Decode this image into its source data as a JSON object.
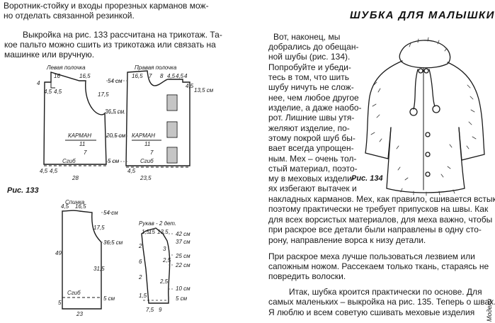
{
  "intro": {
    "line1": "Воротник-стойку и входы прорезных карманов мож-",
    "line2": "но отделать связанной резинкой."
  },
  "left_para": [
    "Выкройка на рис. 133 рассчитана на трикотаж. Та-",
    "кое пальто можно сшить из трикотажа или связать на",
    "машинке или вручную."
  ],
  "title": "ШУБКА ДЛЯ МАЛЫШКИ",
  "fig133": {
    "label": "Рис. 133",
    "left_front": "Левая полочка",
    "right_front": "Правая полочка",
    "back": "Спинка",
    "sleeve": "Рукав - 2 дет.",
    "pocket": "КАРМАН",
    "fold": "Сгиб"
  },
  "fig134": {
    "label": "Рис. 134"
  },
  "mid_col": [
    "Вот, наконец, мы",
    "добрались до обещан-",
    "ной шубы (рис. 134).",
    "Попробуйте и убеди-",
    "тесь в том, что шить",
    "шубу ничуть не слож-",
    "нее, чем любое другое",
    "изделие, а даже наобо-",
    "рот. Лишние швы утя-",
    "желяют изделие, по-",
    "этому покрой шуб бы-",
    "вает всегда упрощен-",
    "ным. Мех – очень тол-",
    "стый материал, поэто-",
    "му в меховых издели-",
    "ях избегают вытачек и"
  ],
  "full_lines": [
    "накладных карманов. Мех, как правило, сшивается встык,",
    "поэтому практически не требует припусков на швы. Как",
    "для всех ворсистых материалов, для меха важно, чтобы",
    "при раскрое все детали были направлены в одну сто-",
    "рону, направление ворса к низу детали."
  ],
  "para2": [
    "При раскрое меха лучше пользоваться лезвием или",
    "сапожным ножом. Рассекаем только ткань, стараясь не",
    "повредить волоски."
  ],
  "para3": [
    "Итак, шубка кроится практически по основе. Для",
    "самых маленьких – выкройка на рис. 135. Теперь о швах.",
    "Я люблю и всем советую сшивать меховые изделия"
  ],
  "dims": {
    "lf_top1": "16",
    "lf_top2": "16,5",
    "lf_left": "4",
    "lf_s1": "4,5",
    "lf_s2": "4,5",
    "lf_r": "17,5",
    "lf_mid": "11",
    "lf_low": "7",
    "lf_b1": "4,5",
    "lf_b2": "4,5",
    "lf_bot": "28",
    "rf_top1": "16,5",
    "rf_top2": "7",
    "rf_t3": "8",
    "rf_t4": "4,5",
    "rf_t5": "4,5",
    "rf_t6": "4",
    "rf_r": "4,5",
    "rf_r2": "13,5 см",
    "rf_mid": "11",
    "rf_low": "7",
    "rf_b": "4,5",
    "rf_bot": "23,5",
    "ml1": "54 см",
    "ml2": "36,5 см",
    "ml3": "20,5 см",
    "ml4": "5 см",
    "bk_top": "16,5",
    "bk_t2": "4,5",
    "bk_r": "17,5",
    "bk_l": "49",
    "bk_r2": "31,5",
    "bk_bot": "23",
    "bk_b": "5",
    "bk_m1": "54 см",
    "bk_m2": "36,5 см",
    "bk_m3": "5 см",
    "sl_t1": "1,5",
    "sl_t2": "15",
    "sl_t3": "13,5",
    "sl_m1": "42 см",
    "sl_m2": "37 см",
    "sl_m3": "25 см",
    "sl_m4": "22 см",
    "sl_m5": "10 см",
    "sl_m6": "5 см",
    "sl_l1": "2",
    "sl_l2": "6",
    "sl_l3": "2",
    "sl_l4": "1,5",
    "sl_c1": "3",
    "sl_c2": "2,5",
    "sl_c3": "2,5",
    "sl_b1": "7,5",
    "sl_b2": "9"
  },
  "side_text": "Модели"
}
